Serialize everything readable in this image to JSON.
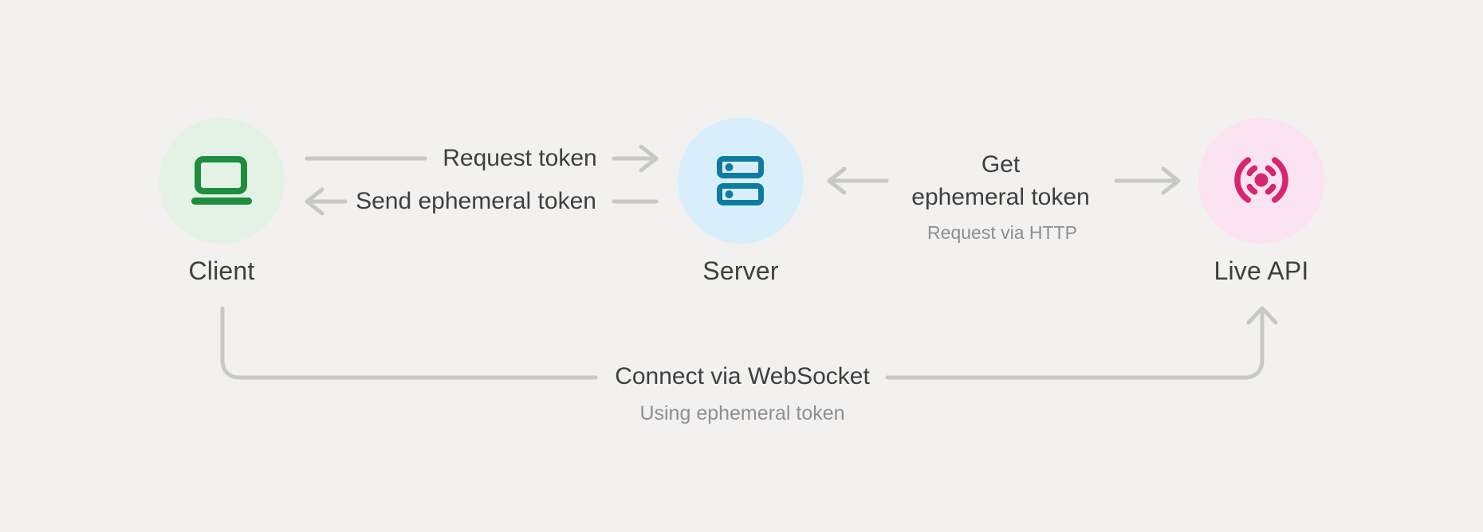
{
  "canvas": {
    "background": "#f2f1ef",
    "connector_color": "#c8c8c6",
    "text_dark": "#3c403f",
    "text_muted": "#8c8f93"
  },
  "nodes": [
    {
      "id": "client",
      "label": "Client",
      "icon": "laptop-icon",
      "circle_bg": "#e4f2e5",
      "icon_color": "#1e8e3e"
    },
    {
      "id": "server",
      "label": "Server",
      "icon": "server-icon",
      "circle_bg": "#d9eefb",
      "icon_color": "#0d7ca1"
    },
    {
      "id": "live_api",
      "label": "Live API",
      "icon": "broadcast-icon",
      "circle_bg": "#fbe3f1",
      "icon_color": "#d5266f"
    }
  ],
  "edges": {
    "request_token": {
      "label": "Request token",
      "from": "Client",
      "to": "Server"
    },
    "send_ephemeral_token": {
      "label": "Send ephemeral token",
      "from": "Server",
      "to": "Client"
    },
    "get_ephemeral_token": {
      "label": "Get\nephemeral token",
      "sublabel": "Request via HTTP",
      "from": "Server",
      "to": "Live API"
    },
    "connect_websocket": {
      "label": "Connect via WebSocket",
      "sublabel": "Using ephemeral token",
      "from": "Client",
      "to": "Live API"
    }
  }
}
